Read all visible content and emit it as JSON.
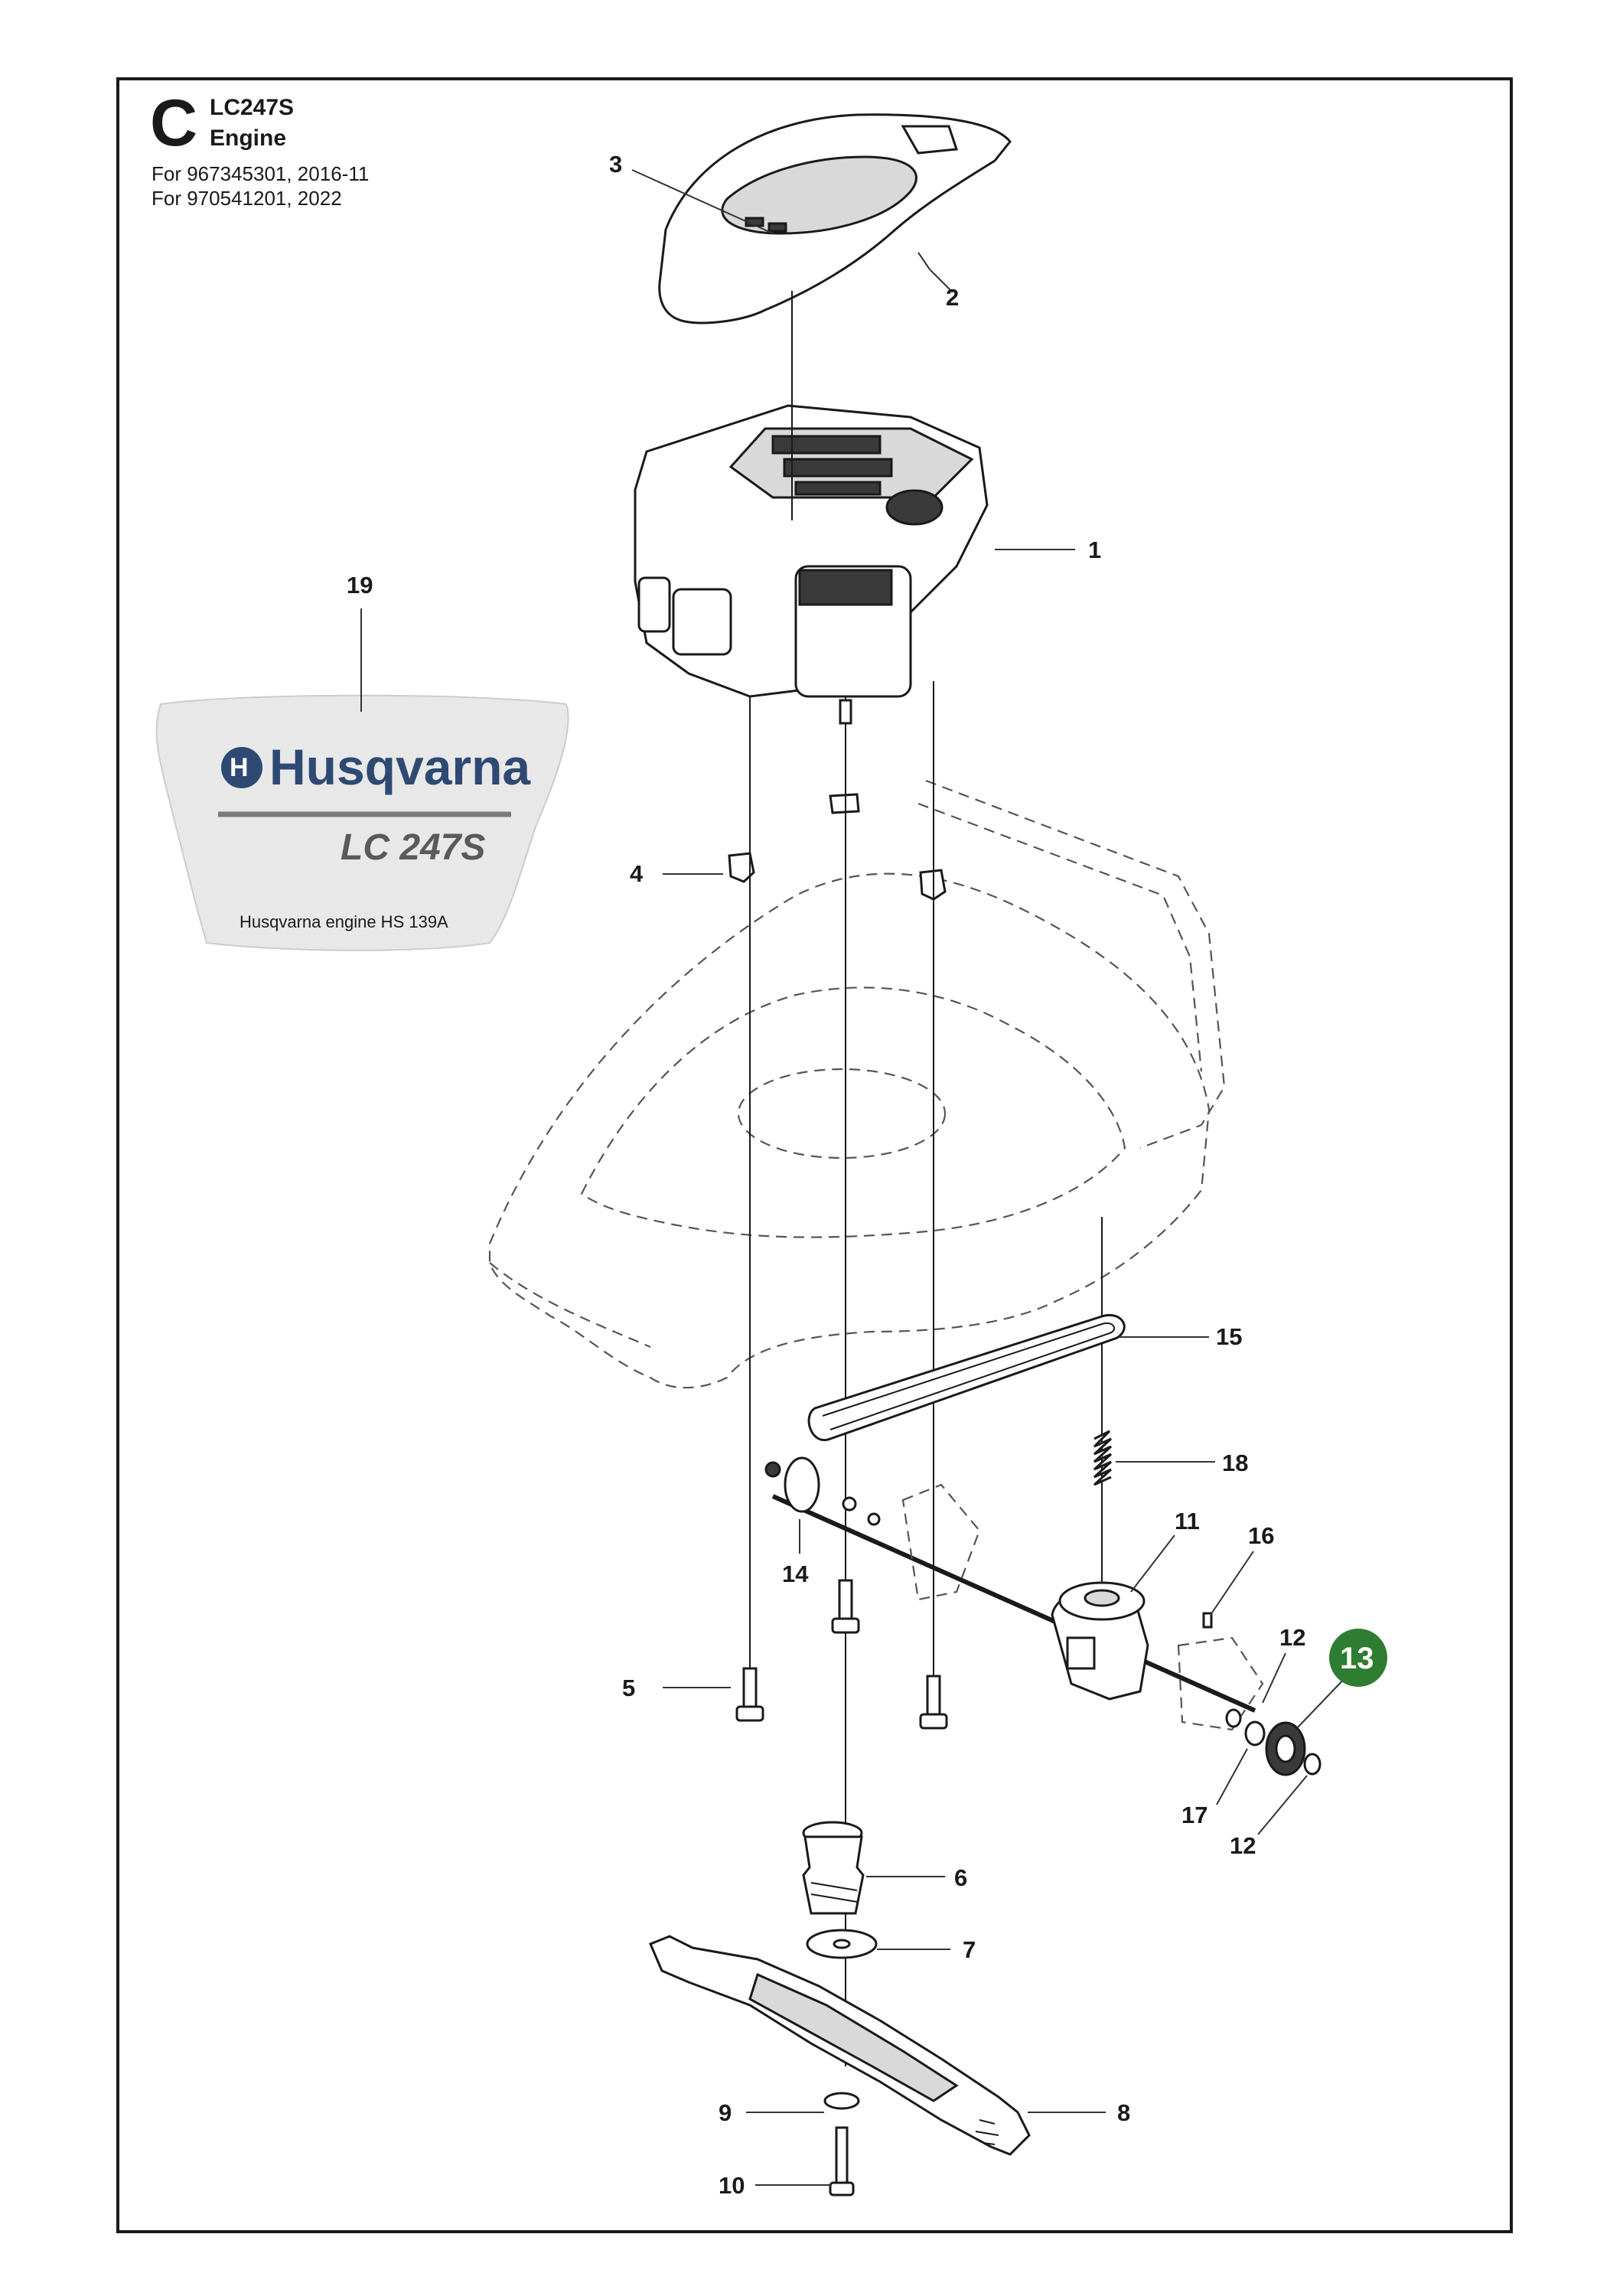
{
  "header": {
    "section_letter": "C",
    "model": "LC247S",
    "subtitle": "Engine",
    "applies_to": [
      "For 967345301, 2016-11",
      "For 970541201, 2022"
    ]
  },
  "decal": {
    "brand": "Husqvarna",
    "model_text": "LC 247S",
    "engine_note": "Husqvarna engine HS 139A"
  },
  "callouts": [
    "1",
    "2",
    "3",
    "4",
    "5",
    "6",
    "7",
    "8",
    "9",
    "10",
    "11",
    "12",
    "12",
    "14",
    "15",
    "16",
    "17",
    "18",
    "19"
  ],
  "highlighted_callout": "13",
  "colors": {
    "highlight": "#2e7d32",
    "line": "#1a1a1a",
    "decal_brand": "#2e4a73"
  }
}
